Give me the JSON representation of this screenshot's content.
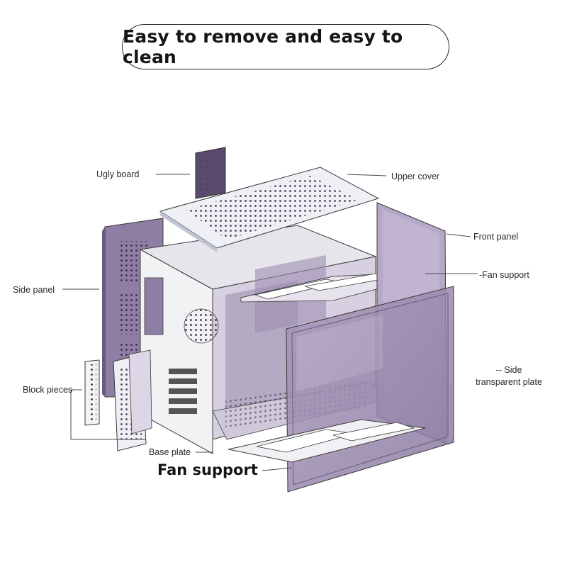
{
  "title": "Easy to remove and easy to clean",
  "callouts": {
    "ugly_board": "Ugly board",
    "upper_cover": "Upper cover",
    "front_panel": "Front panel",
    "fan_support_top": "-Fan support",
    "side_panel": "Side panel",
    "side_transparent_plate_line1": "-- Side",
    "side_transparent_plate_line2": "transparent plate",
    "block_pieces": "Block pieces",
    "base_plate": "Base plate",
    "fan_support_bottom": "Fan support"
  },
  "colors": {
    "panel_purple": "#8f7ea3",
    "panel_purple_light": "#b6a9c8",
    "panel_purple_dark": "#5e4d73",
    "frame_white": "#f2f1f4",
    "line": "#3a3a3a",
    "perforation": "#3b3047"
  }
}
